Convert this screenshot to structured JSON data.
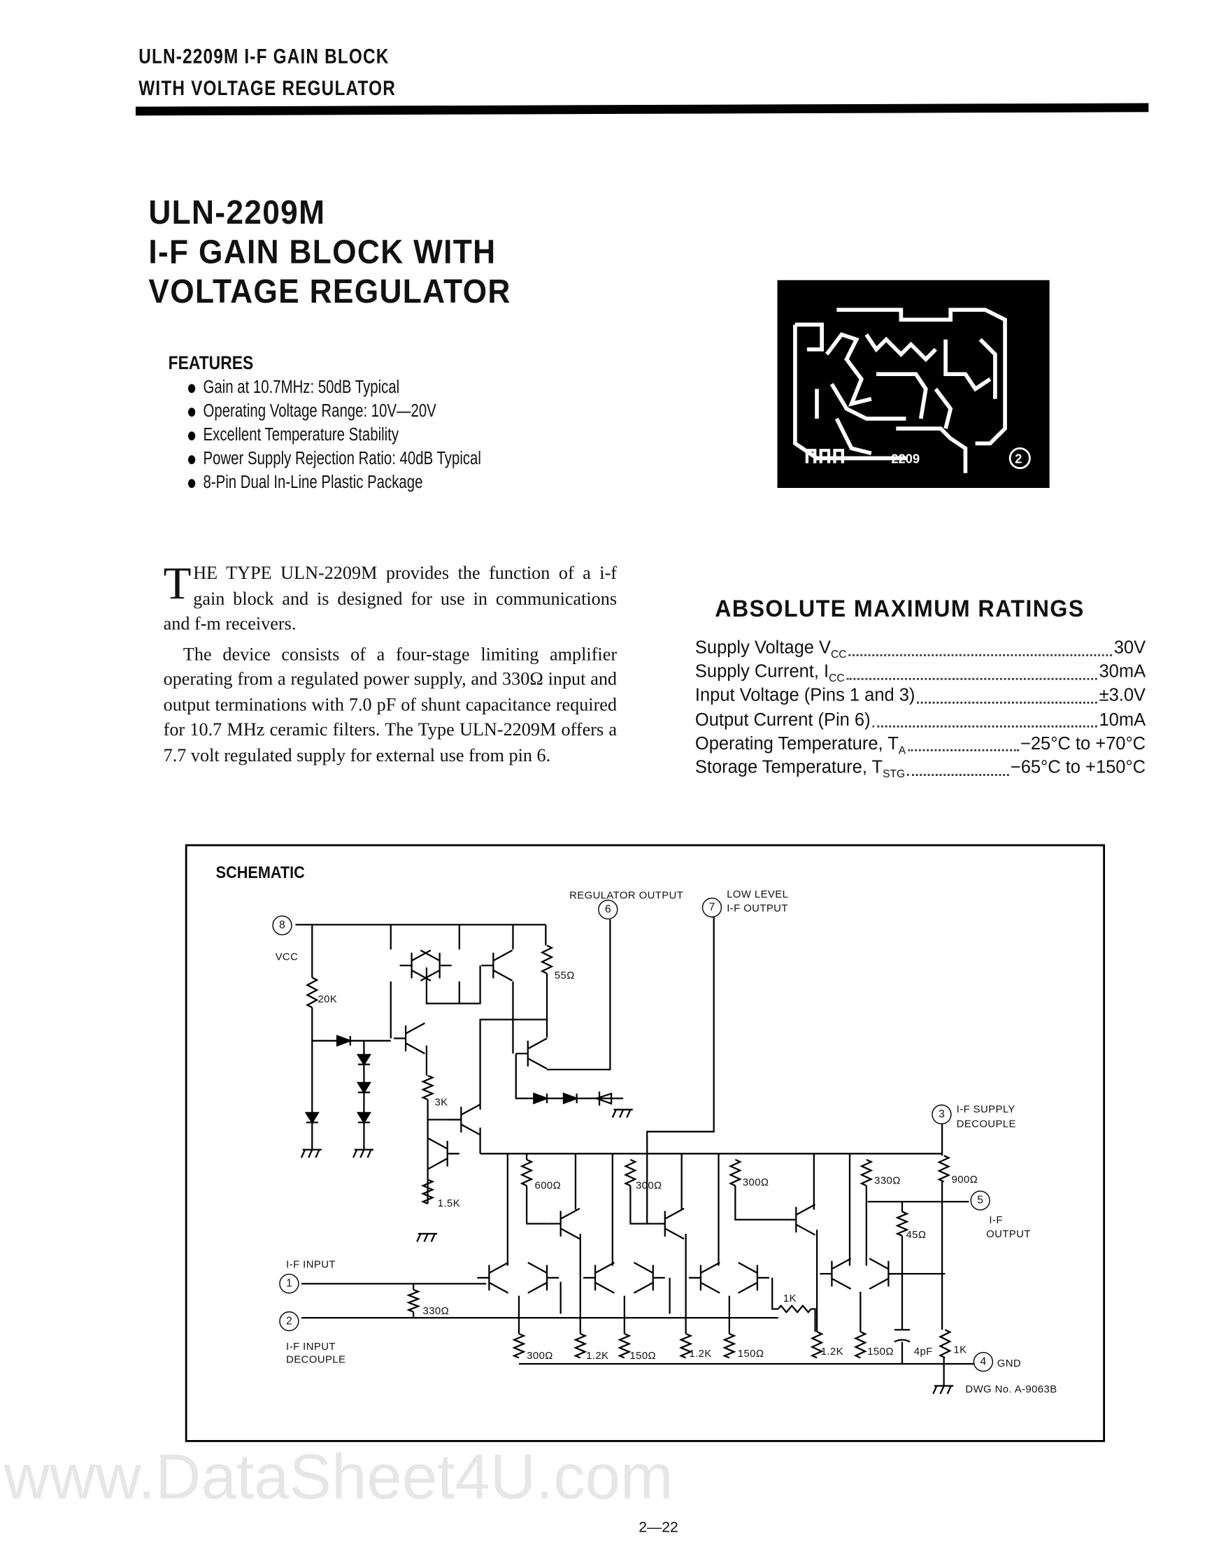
{
  "header": {
    "line1": "ULN-2209M I-F GAIN BLOCK",
    "line2": "WITH VOLTAGE REGULATOR"
  },
  "title": {
    "line1": "ULN-2209M",
    "line2": "I-F GAIN BLOCK WITH",
    "line3": "VOLTAGE REGULATOR"
  },
  "package_photo": {
    "marking": "2209",
    "pin_mark": "2"
  },
  "features": {
    "heading": "FEATURES",
    "items": [
      "Gain at 10.7MHz:  50dB Typical",
      "Operating Voltage Range:  10V—20V",
      "Excellent Temperature Stability",
      "Power Supply Rejection Ratio:  40dB Typical",
      "8-Pin Dual In-Line Plastic Package"
    ]
  },
  "description": {
    "dropcap": "T",
    "para1": "HE TYPE ULN-2209M provides the function of a i-f gain block and is designed for use in communications and f-m receivers.",
    "para2": "The device consists of a four-stage limiting amplifier operating from a regulated power supply, and 330Ω input and output terminations with 7.0 pF of shunt capacitance required for 10.7 MHz ceramic filters.  The Type ULN-2209M offers a 7.7 volt regulated supply for external use from pin 6."
  },
  "ratings": {
    "heading": "ABSOLUTE MAXIMUM RATINGS",
    "rows": [
      {
        "label": "Supply Voltage V",
        "sub": "CC",
        "value": "30V"
      },
      {
        "label": "Supply Current, I",
        "sub": "CC",
        "value": "30mA"
      },
      {
        "label": "Input Voltage (Pins 1 and 3)",
        "sub": "",
        "value": "±3.0V"
      },
      {
        "label": "Output Current (Pin 6)",
        "sub": "",
        "value": "10mA"
      },
      {
        "label": "Operating Temperature, T",
        "sub": "A",
        "value": "−25°C to +70°C"
      },
      {
        "label": "Storage Temperature, T",
        "sub": "STG",
        "value": "−65°C to +150°C"
      }
    ]
  },
  "schematic": {
    "heading": "SCHEMATIC",
    "pins": [
      "8",
      "6",
      "7",
      "3",
      "5",
      "1",
      "2",
      "4"
    ],
    "labels": {
      "regulator_output": "REGULATOR OUTPUT",
      "low_level": "LOW LEVEL",
      "if_output_low": "I-F OUTPUT",
      "vcc": "VCC",
      "if_supply": "I-F SUPPLY",
      "decouple": "DECOUPLE",
      "if": "I-F",
      "output": "OUTPUT",
      "if_input": "I-F INPUT",
      "if_input2": "I-F INPUT",
      "decouple2": "DECOUPLE",
      "gnd": "GND",
      "drawing_no": "DWG No. A-9063B"
    },
    "components": [
      "20K",
      "55Ω",
      "3K",
      "1.5K",
      "600Ω",
      "300Ω",
      "300Ω",
      "330Ω",
      "900Ω",
      "45Ω",
      "1K",
      "330Ω",
      "300Ω",
      "1.2K",
      "150Ω",
      "1.2K",
      "150Ω",
      "1.2K",
      "150Ω",
      "4pF",
      "1K"
    ]
  },
  "watermark": "www.DataSheet4U.com",
  "page_number": "2—22"
}
